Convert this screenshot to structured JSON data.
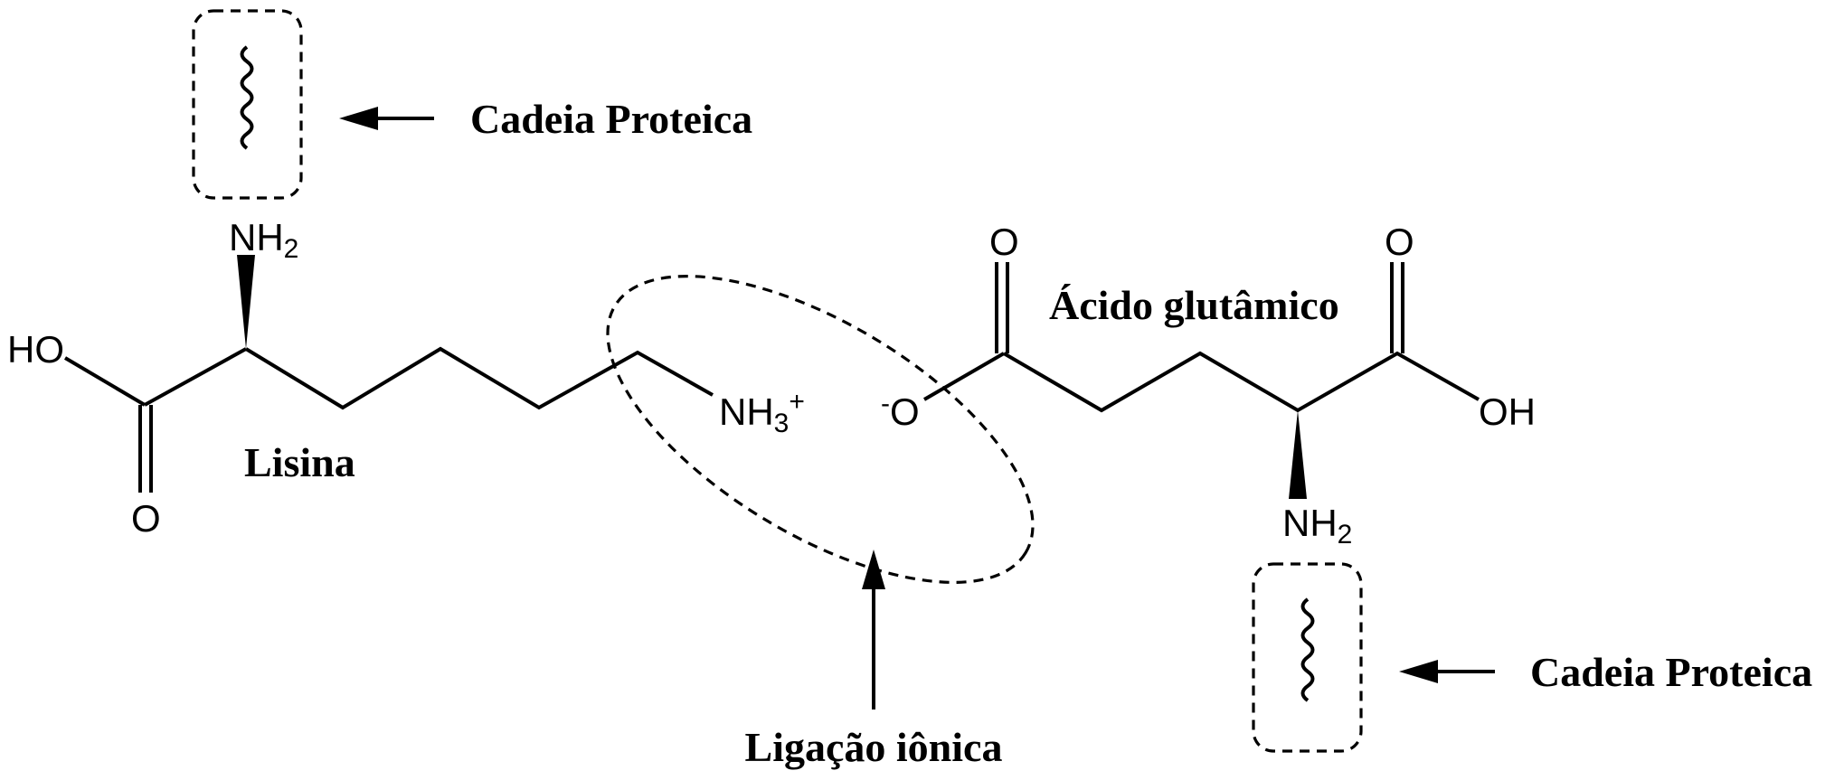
{
  "labels": {
    "chain_top": "Cadeia Proteica",
    "chain_bottom": "Cadeia Proteica",
    "lysine": "Lisina",
    "glutamic": "Ácido glutâmico",
    "ionic_bond": "Ligação iônica"
  },
  "lysine_atoms": {
    "amine": "NH",
    "amine_sub": "2",
    "hydroxyl": "HO",
    "carbonyl_o": "O",
    "ammonium": "NH",
    "ammonium_sub": "3",
    "ammonium_charge": "+"
  },
  "glutamate_atoms": {
    "carboxylate_charge": "-",
    "carboxylate_o": "O",
    "side_carbonyl_o": "O",
    "acid_carbonyl_o": "O",
    "hydroxyl": "OH",
    "amine": "NH",
    "amine_sub": "2"
  }
}
